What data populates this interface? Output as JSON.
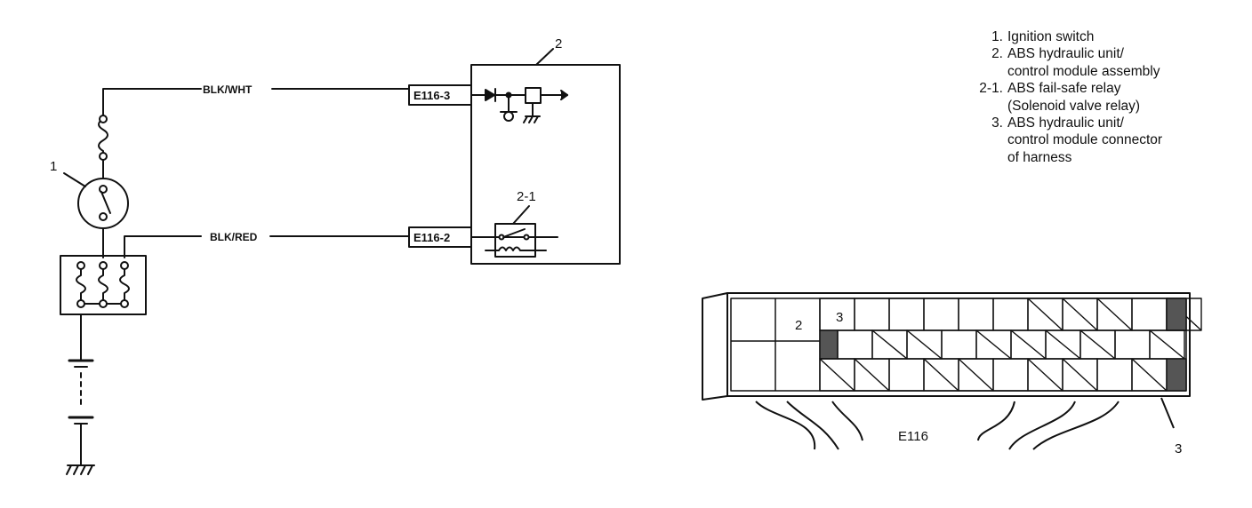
{
  "legend": {
    "item1_key": "1.",
    "item1_text": "Ignition switch",
    "item2_key": "2.",
    "item2_line1": "ABS hydraulic unit/",
    "item2_line2": "control module assembly",
    "item21_key": "2-1.",
    "item21_line1": "ABS fail-safe relay",
    "item21_line2": "(Solenoid valve relay)",
    "item3_key": "3.",
    "item3_line1": "ABS hydraulic unit/",
    "item3_line2": "control module connector",
    "item3_line3": "of harness"
  },
  "wiring": {
    "wire_top": "BLK/WHT",
    "wire_bottom": "BLK/RED",
    "term_top": "E116-3",
    "term_bottom": "E116-2",
    "callout_ignition": "1",
    "callout_module": "2",
    "callout_relay": "2-1"
  },
  "connector": {
    "name": "E116",
    "cell_2": "2",
    "cell_3": "3",
    "callout": "3"
  }
}
